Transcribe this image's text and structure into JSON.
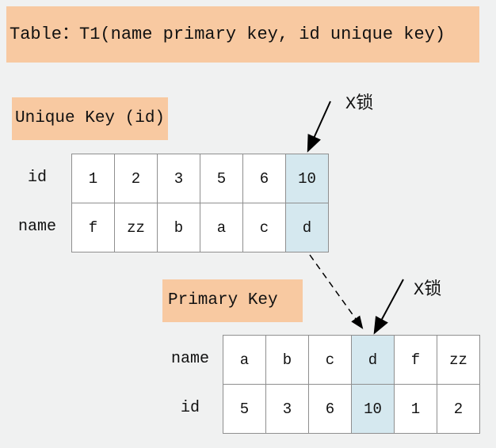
{
  "colors": {
    "bg": "#f0f1f1",
    "banner": "#f8c9a1",
    "highlight": "#d5e8ef",
    "border": "#8f8f8f"
  },
  "banner": {
    "title": "Table：T1(name primary key, id unique key)"
  },
  "annotations": {
    "x_lock_top": "X锁",
    "x_lock_bottom": "X锁"
  },
  "unique_key": {
    "label": "Unique Key (id)",
    "row_headers": [
      "id",
      "name"
    ],
    "rows": [
      [
        "1",
        "2",
        "3",
        "5",
        "6",
        "10"
      ],
      [
        "f",
        "zz",
        "b",
        "a",
        "c",
        "d"
      ]
    ],
    "highlight_col": 5
  },
  "primary_key": {
    "label": "Primary Key",
    "row_headers": [
      "name",
      "id"
    ],
    "rows": [
      [
        "a",
        "b",
        "c",
        "d",
        "f",
        "zz"
      ],
      [
        "5",
        "3",
        "6",
        "10",
        "1",
        "2"
      ]
    ],
    "highlight_col": 3
  }
}
